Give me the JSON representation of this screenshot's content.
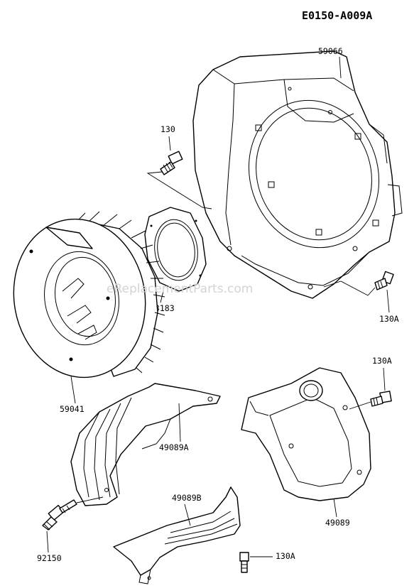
{
  "diagram_id": "E0150-A009A",
  "watermark": "eReplacementParts.com",
  "parts": {
    "housing": "59066",
    "bolt_top": "130",
    "gasket": "13183",
    "bolt_right": "130A",
    "flywheel_fan": "59041",
    "bolt_mid_right": "130A",
    "cover_a": "49089A",
    "cover_plate": "49089",
    "cover_b": "49089B",
    "bolt_bottom": "130A",
    "stud_bolt": "92150"
  }
}
